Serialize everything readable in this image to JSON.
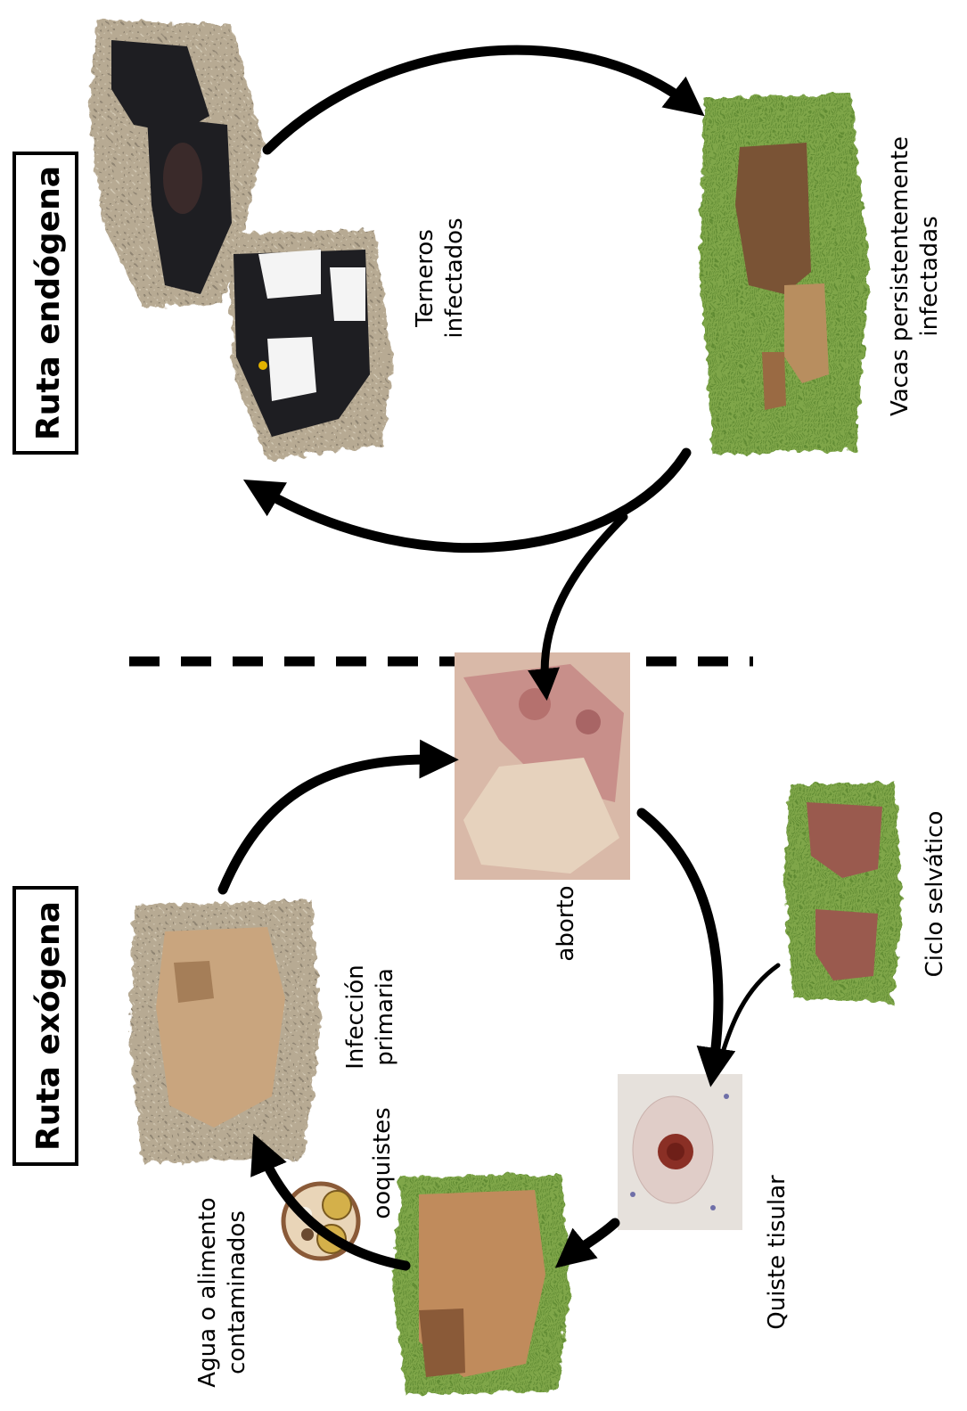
{
  "titles": {
    "endogenous": "Ruta endógena",
    "exogenous": "Ruta exógena"
  },
  "labels": {
    "calves_line1": "Terneros",
    "calves_line2": "infectados",
    "cows_line1": "Vacas persistentemente",
    "cows_line2": "infectadas",
    "primary_line1": "Infección",
    "primary_line2": "primaria",
    "abortion": "aborto",
    "sylvatic": "Ciclo selvático",
    "cyst": "Quiste tisular",
    "water_line1": "Agua o alimento",
    "water_line2": "contaminados",
    "oocysts": "ooquistes"
  },
  "colors": {
    "arrow": "#000000",
    "grass": "#7fa64a",
    "soil": "#b7aa93",
    "tan_cow": "#c9a57e",
    "brown_cow": "#7a5335",
    "black_cattle": "#1e1e22",
    "fetus": "#e6d2bd",
    "cyst_bg": "#e6e1dc",
    "cyst_cell": "#8a2f25",
    "oocyst_ring": "#8a5a38"
  }
}
